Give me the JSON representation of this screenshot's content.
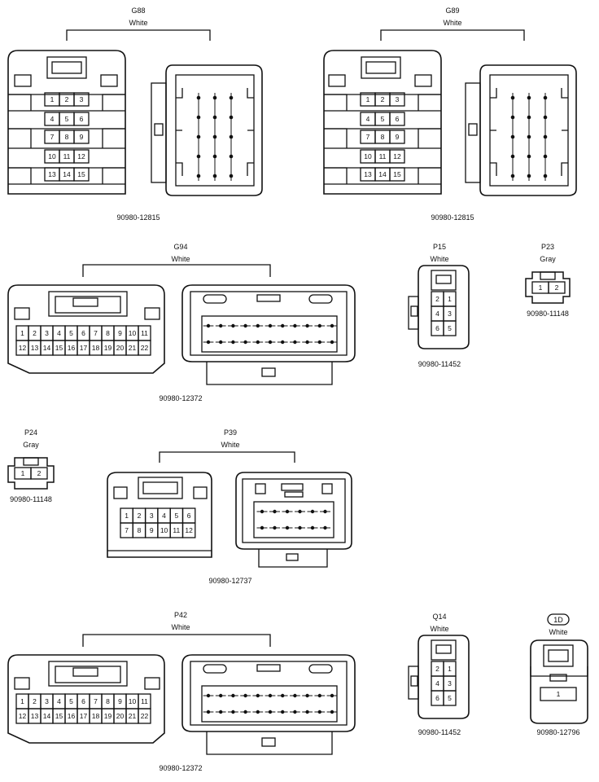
{
  "connectors": [
    {
      "id": "G88",
      "name": "G88",
      "color": "White",
      "part": "90980-12815",
      "rows": [
        [
          "1",
          "2",
          "3"
        ],
        [
          "4",
          "5",
          "6"
        ],
        [
          "7",
          "8",
          "9"
        ],
        [
          "10",
          "11",
          "12"
        ],
        [
          "13",
          "14",
          "15"
        ]
      ]
    },
    {
      "id": "G89",
      "name": "G89",
      "color": "White",
      "part": "90980-12815",
      "rows": [
        [
          "1",
          "2",
          "3"
        ],
        [
          "4",
          "5",
          "6"
        ],
        [
          "7",
          "8",
          "9"
        ],
        [
          "10",
          "11",
          "12"
        ],
        [
          "13",
          "14",
          "15"
        ]
      ]
    },
    {
      "id": "G94",
      "name": "G94",
      "color": "White",
      "part": "90980-12372",
      "rows": [
        [
          "1",
          "2",
          "3",
          "4",
          "5",
          "6",
          "7",
          "8",
          "9",
          "10",
          "11"
        ],
        [
          "12",
          "13",
          "14",
          "15",
          "16",
          "17",
          "18",
          "19",
          "20",
          "21",
          "22"
        ]
      ]
    },
    {
      "id": "P15",
      "name": "P15",
      "color": "White",
      "part": "90980-11452",
      "rows": [
        [
          "2",
          "1"
        ],
        [
          "4",
          "3"
        ],
        [
          "6",
          "5"
        ]
      ]
    },
    {
      "id": "P23",
      "name": "P23",
      "color": "Gray",
      "part": "90980-11148",
      "rows": [
        [
          "1",
          "2"
        ]
      ]
    },
    {
      "id": "P24",
      "name": "P24",
      "color": "Gray",
      "part": "90980-11148",
      "rows": [
        [
          "1",
          "2"
        ]
      ]
    },
    {
      "id": "P39",
      "name": "P39",
      "color": "White",
      "part": "90980-12737",
      "rows": [
        [
          "1",
          "2",
          "3",
          "4",
          "5",
          "6"
        ],
        [
          "7",
          "8",
          "9",
          "10",
          "11",
          "12"
        ]
      ]
    },
    {
      "id": "P42",
      "name": "P42",
      "color": "White",
      "part": "90980-12372",
      "rows": [
        [
          "1",
          "2",
          "3",
          "4",
          "5",
          "6",
          "7",
          "8",
          "9",
          "10",
          "11"
        ],
        [
          "12",
          "13",
          "14",
          "15",
          "16",
          "17",
          "18",
          "19",
          "20",
          "21",
          "22"
        ]
      ]
    },
    {
      "id": "Q14",
      "name": "Q14",
      "color": "White",
      "part": "90980-11452",
      "rows": [
        [
          "2",
          "1"
        ],
        [
          "4",
          "3"
        ],
        [
          "6",
          "5"
        ]
      ]
    },
    {
      "id": "1D",
      "name": "1D",
      "color": "White",
      "part": "90980-12796",
      "rows": [
        [
          "1"
        ]
      ]
    }
  ]
}
